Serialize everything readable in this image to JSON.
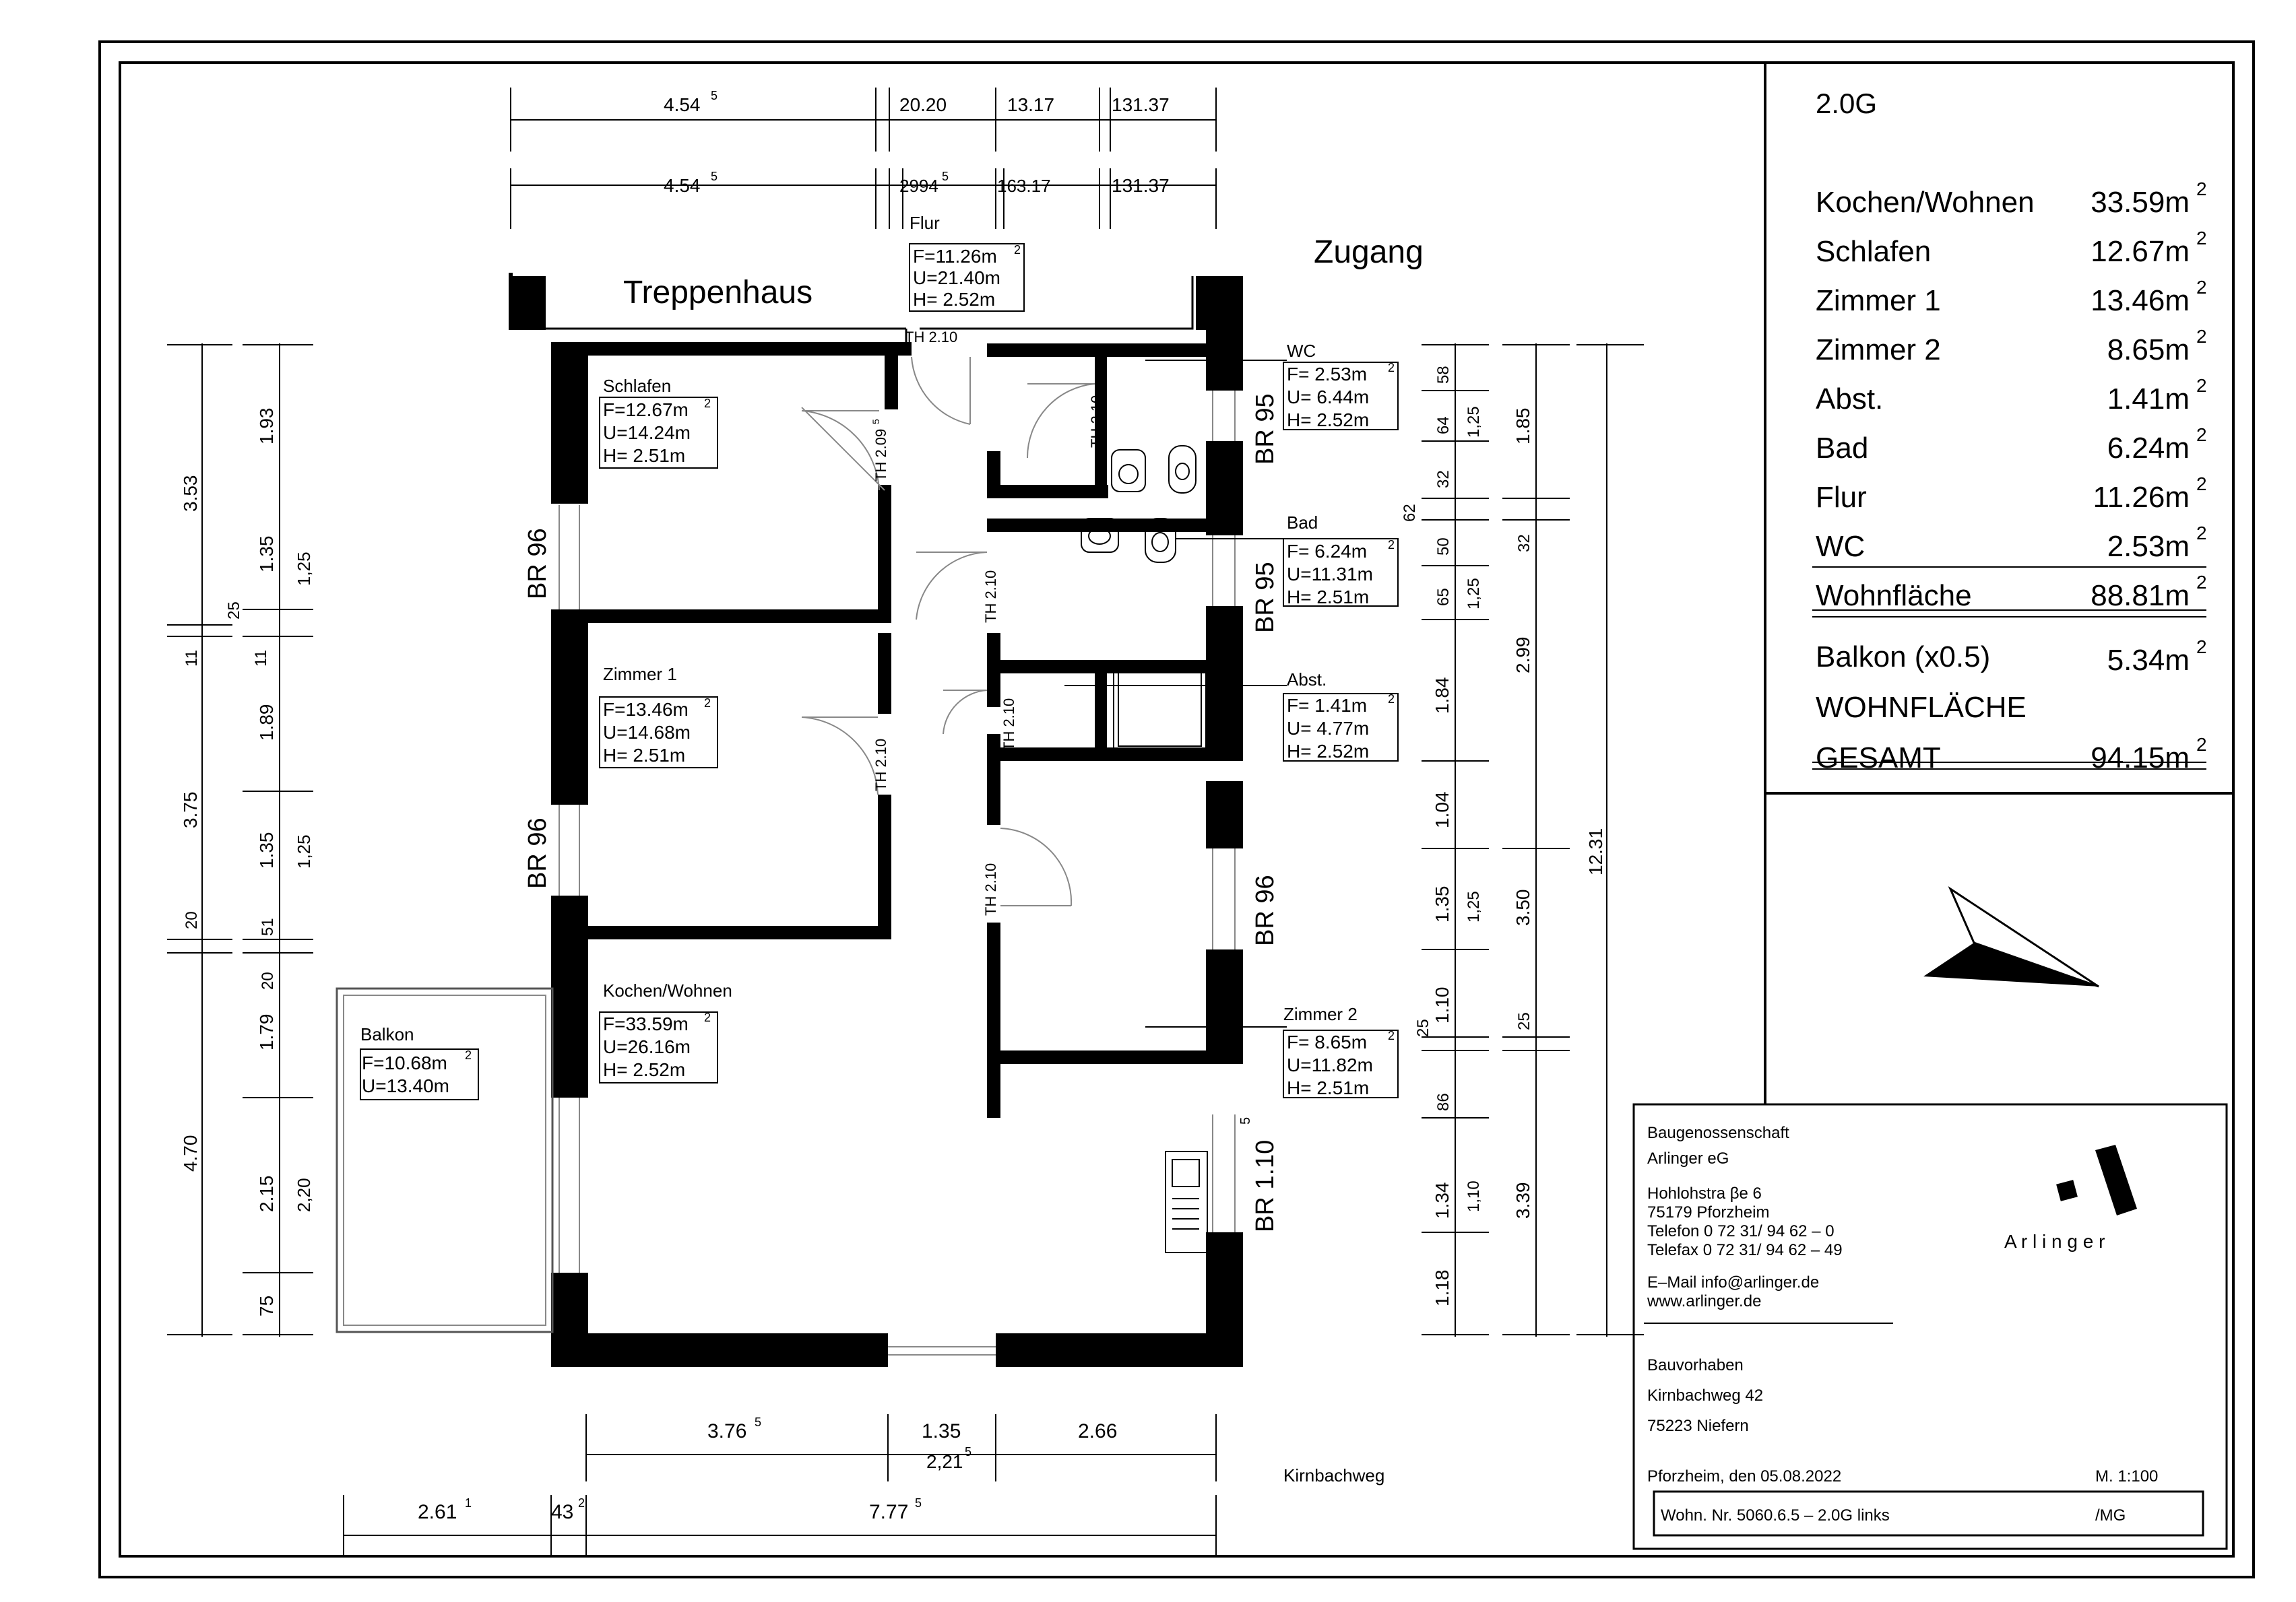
{
  "plan": {
    "floor": "2.0G",
    "stairwell": "Treppenhaus",
    "access": "Zugang",
    "street": "Kirnbachweg",
    "balcony": {
      "name": "Balkon",
      "f": "F=10.68m",
      "u": "U=13.40m",
      "sup": "2"
    },
    "rooms": [
      {
        "name": "Schlafen",
        "f": "F=12.67m",
        "u": "U=14.24m",
        "h": "H=  2.51m"
      },
      {
        "name": "Zimmer 1",
        "f": "F=13.46m",
        "u": "U=14.68m",
        "h": "H=  2.51m"
      },
      {
        "name": "Kochen/Wohnen",
        "f": "F=33.59m",
        "u": "U=26.16m",
        "h": "H=  2.52m"
      },
      {
        "name": "Flur",
        "f": "F=11.26m",
        "u": "U=21.40m",
        "h": "H=  2.52m"
      },
      {
        "name": "WC",
        "f": "F=  2.53m",
        "u": "U=  6.44m",
        "h": "H=  2.52m"
      },
      {
        "name": "Bad",
        "f": "F=  6.24m",
        "u": "U=11.31m",
        "h": "H=  2.51m"
      },
      {
        "name": "Abst.",
        "f": "F=  1.41m",
        "u": "U=  4.77m",
        "h": "H=  2.52m"
      },
      {
        "name": "Zimmer 2",
        "f": "F=  8.65m",
        "u": "U=11.82m",
        "h": "H=  2.51m"
      }
    ],
    "windows": [
      "BR 96",
      "BR 96",
      "BR 95",
      "BR 95",
      "BR 96",
      "BR 1.10"
    ],
    "window_sup": "5",
    "doors": [
      "TH 2.10",
      "TH 2.09",
      "TH 2.10",
      "TH 2.10",
      "TH 2.10",
      "TH 2.10",
      "TH 2.10"
    ],
    "door_sup": "5",
    "dims_top1": [
      "4.54",
      "20.20",
      "13.17",
      "131.37"
    ],
    "dims_top2": [
      "4.54",
      "2994",
      "163.17",
      "131.37"
    ],
    "sup5": "5",
    "dims_bottom1": [
      "3.76",
      "1.35",
      "2.66"
    ],
    "dims_bottom_mid": "2,21",
    "dims_bottom2": [
      "2.61",
      "43",
      "7.77"
    ],
    "sup1": "1",
    "sup2": "2",
    "dims_left_a": [
      "3.53",
      "25",
      "11",
      "3.75",
      "20",
      "4.70"
    ],
    "dims_left_b": [
      "1.93",
      "1.35",
      "11",
      "1.89",
      "1.35",
      "51",
      "20",
      "1.79",
      "2.15",
      "75"
    ],
    "dims_left_c": [
      "1,25",
      "1,25",
      "2,20"
    ],
    "dims_right_a": [
      "58",
      "64",
      "32",
      "50",
      "65",
      "1.84",
      "1.04",
      "1.35",
      "1.10",
      "25",
      "86",
      "1.34",
      "1.18"
    ],
    "dims_right_b": [
      "1,25",
      "1,25",
      "1,25",
      "1,10"
    ],
    "dims_right_c": [
      "1.85",
      "32",
      "2.99",
      "3.50",
      "25",
      "3.39"
    ],
    "dims_right_sixty_two": "62",
    "dims_total": "12.31"
  },
  "areas": {
    "rows": [
      {
        "label": "Kochen/Wohnen",
        "value": "33.59m"
      },
      {
        "label": "Schlafen",
        "value": "12.67m"
      },
      {
        "label": "Zimmer 1",
        "value": "13.46m"
      },
      {
        "label": "Zimmer 2",
        "value": "8.65m"
      },
      {
        "label": "Abst.",
        "value": "1.41m"
      },
      {
        "label": "Bad",
        "value": "6.24m"
      },
      {
        "label": "Flur",
        "value": "11.26m"
      },
      {
        "label": "WC",
        "value": "2.53m"
      }
    ],
    "total_label": "Wohnfläche",
    "total_value": "88.81m",
    "balcony_label": "Balkon  (x0.5)",
    "balcony_value": "5.34m",
    "grand_label_1": "WOHNFLÄCHE",
    "grand_label_2": "GESAMT",
    "grand_value": "94.15m",
    "unit_sup": "2"
  },
  "titleblock": {
    "company": [
      "Baugenossenschaft",
      "Arlinger eG"
    ],
    "address": [
      "Hohlohstra  βe 6",
      " 75179  Pforzheim",
      "Telefon  0 72 31/  94  62  –  0",
      "Telefax  0 72 31/  94  62  –  49",
      "E–Mail     info@arlinger.de",
      "www.arlinger.de"
    ],
    "logo_text": "A r l i n g e r",
    "project_label": "Bauvorhaben",
    "project": [
      "Kirnbachweg  42",
      "75223  Niefern"
    ],
    "date": "Pforzheim,  den 05.08.2022",
    "scale": "M.  1:100",
    "unit_no": "Wohn.  Nr.  5060.6.5  –  2.0G  links",
    "initials": "/MG"
  }
}
